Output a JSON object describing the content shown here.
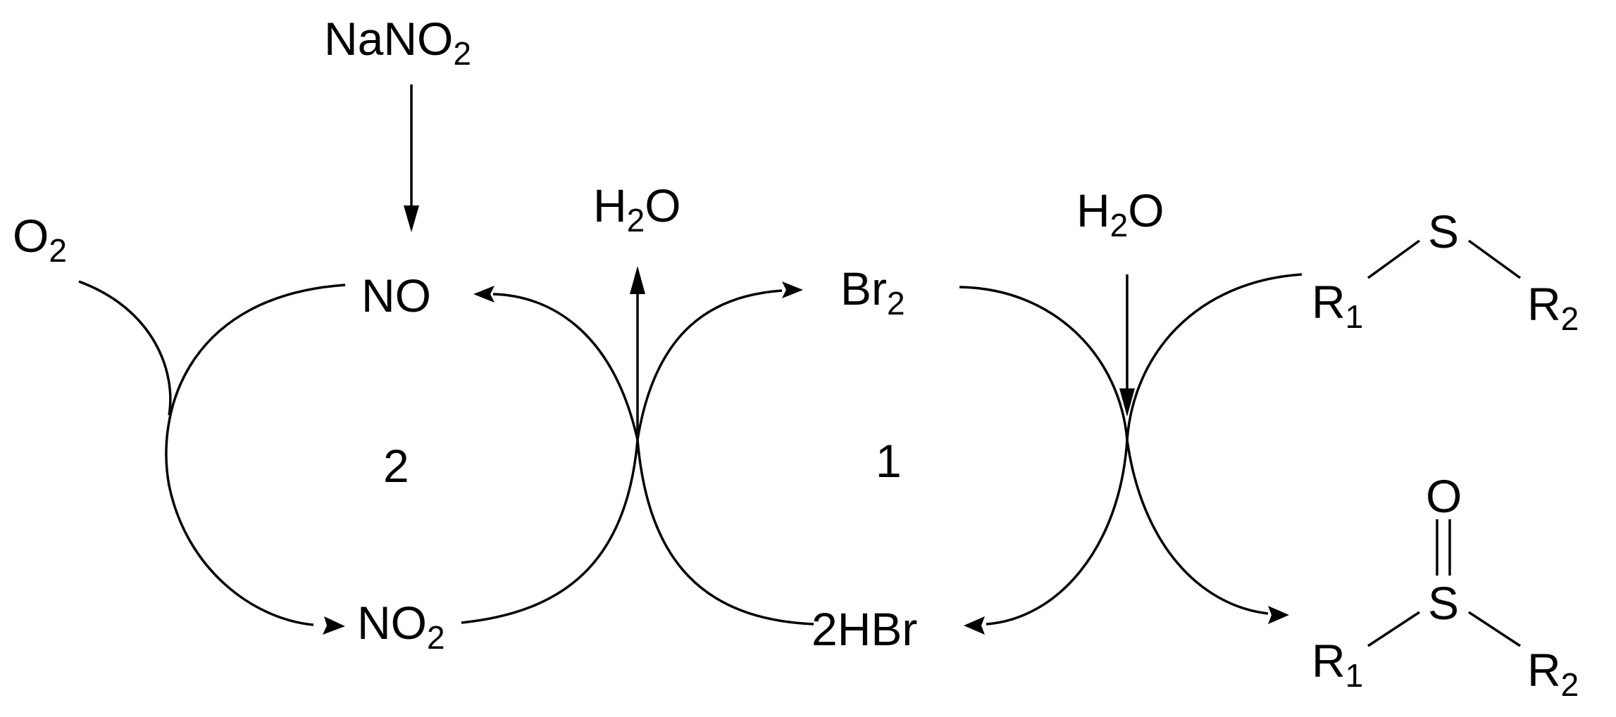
{
  "colors": {
    "ink": "#000000",
    "background": "#ffffff"
  },
  "reagents": {
    "nano2": {
      "main": "NaNO",
      "sub": "2"
    },
    "o2": {
      "main": "O",
      "sub": "2"
    },
    "water_left": {
      "h": "H",
      "sub": "2",
      "o": "O"
    },
    "water_right": {
      "h": "H",
      "sub": "2",
      "o": "O"
    }
  },
  "species": {
    "no": "NO",
    "no2": {
      "main": "NO",
      "sub": "2"
    },
    "br2": {
      "main": "Br",
      "sub": "2"
    },
    "hbr": "2HBr"
  },
  "cycles": {
    "left_number": "2",
    "right_number": "1"
  },
  "sulfide": {
    "sulfur": "S",
    "r1": {
      "main": "R",
      "sub": "1"
    },
    "r2": {
      "main": "R",
      "sub": "2"
    }
  },
  "sulfoxide": {
    "oxygen": "O",
    "sulfur": "S",
    "r1": {
      "main": "R",
      "sub": "1"
    },
    "r2": {
      "main": "R",
      "sub": "2"
    }
  }
}
